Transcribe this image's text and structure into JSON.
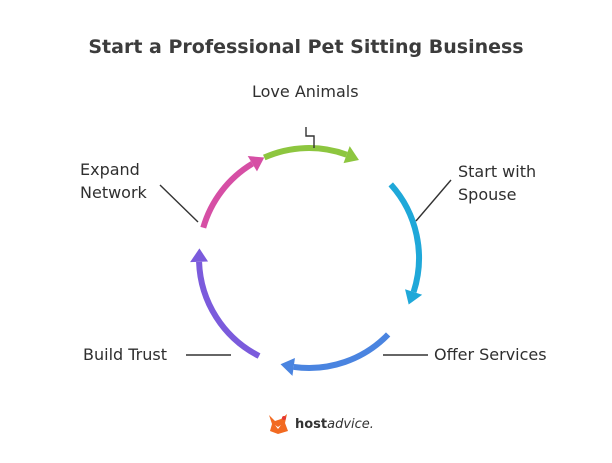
{
  "title": "Start a Professional Pet Sitting Business",
  "steps": [
    {
      "lines": [
        "Love Animals"
      ],
      "color": "#8dc63f"
    },
    {
      "lines": [
        "Start with",
        "Spouse"
      ],
      "color": "#1fa8d9"
    },
    {
      "lines": [
        "Offer Services"
      ],
      "color": "#4a84e0"
    },
    {
      "lines": [
        "Build Trust"
      ],
      "color": "#7b5bdc"
    },
    {
      "lines": [
        "Expand",
        "Network"
      ],
      "color": "#d64fa5"
    }
  ],
  "logo": {
    "bold": "host",
    "italic": "advice.",
    "icon": "fox-logo-icon"
  }
}
